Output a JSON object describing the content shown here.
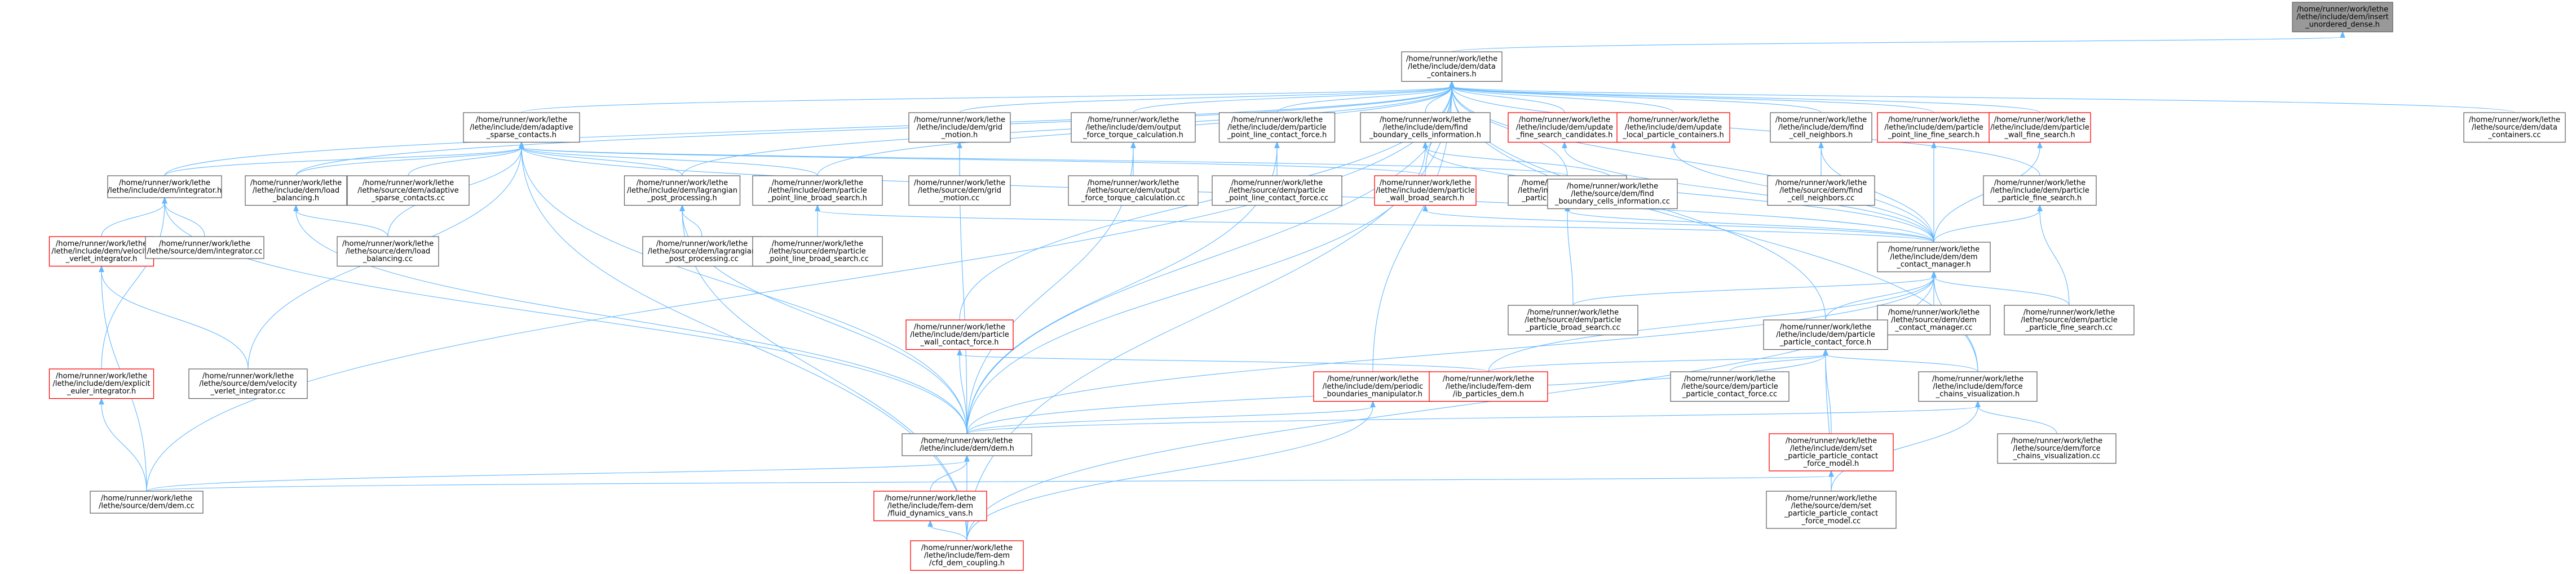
{
  "colors": {
    "root_fill": "#999999",
    "node_fill": "#ffffff",
    "node_border": "#666666",
    "incomplete_border": "#ff0000",
    "edge": "#63b8ff",
    "text": "#000000"
  },
  "graph": {
    "nodes": [
      {
        "id": "n01",
        "lines": [
          "/home/runner/work/lethe",
          "/lethe/include/dem/dem",
          "_contact_manager.h"
        ]
      },
      {
        "id": "n02",
        "lines": [
          "/home/runner/work/lethe",
          "/lethe/include/dem/data",
          "_containers.h"
        ]
      },
      {
        "id": "n03",
        "lines": [
          "/home/runner/work/lethe",
          "/lethe/include/dem/adaptive",
          "_sparse_contacts.h"
        ]
      },
      {
        "id": "n04",
        "lines": [
          "/home/runner/work/lethe",
          "/lethe/include/dem/dem.h"
        ]
      },
      {
        "id": "n05",
        "lines": [
          "/home/runner/work/lethe",
          "/lethe/source/dem/dem.cc"
        ]
      },
      {
        "id": "n06",
        "lines": [
          "/home/runner/work/lethe",
          "/lethe/include/fem-dem",
          "/fluid_dynamics_vans.h"
        ]
      },
      {
        "id": "n07",
        "lines": [
          "/home/runner/work/lethe",
          "/lethe/include/fem-dem",
          "/cfd_dem_coupling.h"
        ]
      },
      {
        "id": "n08",
        "lines": [
          "/home/runner/work/lethe",
          "/lethe/include/dem/explicit",
          "_euler_integrator.h"
        ]
      },
      {
        "id": "n09",
        "lines": [
          "/home/runner/work/lethe",
          "/lethe/include/dem/integrator.h"
        ]
      },
      {
        "id": "n10",
        "lines": [
          "/home/runner/work/lethe",
          "/lethe/source/dem/integrator.cc"
        ]
      },
      {
        "id": "n11",
        "lines": [
          "/home/runner/work/lethe",
          "/lethe/include/dem/velocity",
          "_verlet_integrator.h"
        ]
      },
      {
        "id": "n12",
        "lines": [
          "/home/runner/work/lethe",
          "/lethe/source/dem/velocity",
          "_verlet_integrator.cc"
        ]
      },
      {
        "id": "n13",
        "lines": [
          "/home/runner/work/lethe",
          "/lethe/include/dem/lagrangian",
          "_post_processing.h"
        ]
      },
      {
        "id": "n14",
        "lines": [
          "/home/runner/work/lethe",
          "/lethe/source/dem/lagrangian",
          "_post_processing.cc"
        ]
      },
      {
        "id": "n15",
        "lines": [
          "/home/runner/work/lethe",
          "/lethe/include/dem/load",
          "_balancing.h"
        ]
      },
      {
        "id": "n16",
        "lines": [
          "/home/runner/work/lethe",
          "/lethe/source/dem/load",
          "_balancing.cc"
        ]
      },
      {
        "id": "n17",
        "lines": [
          "/home/runner/work/lethe",
          "/lethe/source/dem/adaptive",
          "_sparse_contacts.cc"
        ]
      },
      {
        "id": "n18",
        "lines": [
          "/home/runner/work/lethe",
          "/lethe/include/dem/particle",
          "_point_line_broad_search.h"
        ]
      },
      {
        "id": "n19",
        "lines": [
          "/home/runner/work/lethe",
          "/lethe/source/dem/particle",
          "_point_line_broad_search.cc"
        ]
      },
      {
        "id": "n20",
        "lines": [
          "/home/runner/work/lethe",
          "/lethe/include/dem/particle",
          "_wall_broad_search.h"
        ]
      },
      {
        "id": "n21",
        "lines": [
          "/home/runner/work/lethe",
          "/lethe/include/dem/particle",
          "_particle_broad_search.h"
        ]
      },
      {
        "id": "n22",
        "lines": [
          "/home/runner/work/lethe",
          "/lethe/source/dem/particle",
          "_particle_broad_search.cc"
        ]
      },
      {
        "id": "n23",
        "lines": [
          "/home/runner/work/lethe",
          "/lethe/include/dem/grid",
          "_motion.h"
        ]
      },
      {
        "id": "n24",
        "lines": [
          "/home/runner/work/lethe",
          "/lethe/source/dem/grid",
          "_motion.cc"
        ]
      },
      {
        "id": "n25",
        "lines": [
          "/home/runner/work/lethe",
          "/lethe/include/dem/output",
          "_force_torque_calculation.h"
        ]
      },
      {
        "id": "n26",
        "lines": [
          "/home/runner/work/lethe",
          "/lethe/source/dem/output",
          "_force_torque_calculation.cc"
        ]
      },
      {
        "id": "n27",
        "lines": [
          "/home/runner/work/lethe",
          "/lethe/include/dem/particle",
          "_point_line_contact_force.h"
        ]
      },
      {
        "id": "n28",
        "lines": [
          "/home/runner/work/lethe",
          "/lethe/source/dem/particle",
          "_point_line_contact_force.cc"
        ]
      },
      {
        "id": "n29",
        "lines": [
          "/home/runner/work/lethe",
          "/lethe/include/dem/find",
          "_boundary_cells_information.h"
        ]
      },
      {
        "id": "n30",
        "lines": [
          "/home/runner/work/lethe",
          "/lethe/source/dem/find",
          "_boundary_cells_information.cc"
        ]
      },
      {
        "id": "n31",
        "lines": [
          "/home/runner/work/lethe",
          "/lethe/include/dem/update",
          "_fine_search_candidates.h"
        ]
      },
      {
        "id": "n32",
        "lines": [
          "/home/runner/work/lethe",
          "/lethe/include/dem/update",
          "_local_particle_containers.h"
        ]
      },
      {
        "id": "n33",
        "lines": [
          "/home/runner/work/lethe",
          "/lethe/include/dem/find",
          "_cell_neighbors.h"
        ]
      },
      {
        "id": "n34",
        "lines": [
          "/home/runner/work/lethe",
          "/lethe/source/dem/find",
          "_cell_neighbors.cc"
        ]
      },
      {
        "id": "n35",
        "lines": [
          "/home/runner/work/lethe",
          "/lethe/include/dem/particle",
          "_point_line_fine_search.h"
        ]
      },
      {
        "id": "n36",
        "lines": [
          "/home/runner/work/lethe",
          "/lethe/include/dem/particle",
          "_wall_fine_search.h"
        ]
      },
      {
        "id": "n37",
        "lines": [
          "/home/runner/work/lethe",
          "/lethe/include/dem/particle",
          "_particle_fine_search.h"
        ]
      },
      {
        "id": "n38",
        "lines": [
          "/home/runner/work/lethe",
          "/lethe/source/dem/particle",
          "_particle_fine_search.cc"
        ]
      },
      {
        "id": "n39",
        "lines": [
          "/home/runner/work/lethe",
          "/lethe/source/dem/data",
          "_containers.cc"
        ]
      },
      {
        "id": "n40",
        "lines": [
          "/home/runner/work/lethe",
          "/lethe/include/dem/particle",
          "_wall_contact_force.h"
        ]
      },
      {
        "id": "n41",
        "lines": [
          "/home/runner/work/lethe",
          "/lethe/include/dem/periodic",
          "_boundaries_manipulator.h"
        ]
      },
      {
        "id": "n42",
        "lines": [
          "/home/runner/work/lethe",
          "/lethe/include/fem-dem",
          "/ib_particles_dem.h"
        ]
      },
      {
        "id": "n43",
        "lines": [
          "/home/runner/work/lethe",
          "/lethe/include/dem/particle",
          "_particle_contact_force.h"
        ]
      },
      {
        "id": "n44",
        "lines": [
          "/home/runner/work/lethe",
          "/lethe/source/dem/particle",
          "_particle_contact_force.cc"
        ]
      },
      {
        "id": "n45",
        "lines": [
          "/home/runner/work/lethe",
          "/lethe/include/dem/force",
          "_chains_visualization.h"
        ]
      },
      {
        "id": "n46",
        "lines": [
          "/home/runner/work/lethe",
          "/lethe/include/dem/set",
          "_particle_particle_contact",
          "_force_model.h"
        ]
      },
      {
        "id": "n47",
        "lines": [
          "/home/runner/work/lethe",
          "/lethe/source/dem/set",
          "_particle_particle_contact",
          "_force_model.cc"
        ]
      },
      {
        "id": "n48",
        "lines": [
          "/home/runner/work/lethe",
          "/lethe/source/dem/force",
          "_chains_visualization.cc"
        ]
      },
      {
        "id": "n49",
        "lines": [
          "/home/runner/work/lethe",
          "/lethe/source/dem/dem",
          "_contact_manager.cc"
        ]
      }
    ]
  }
}
